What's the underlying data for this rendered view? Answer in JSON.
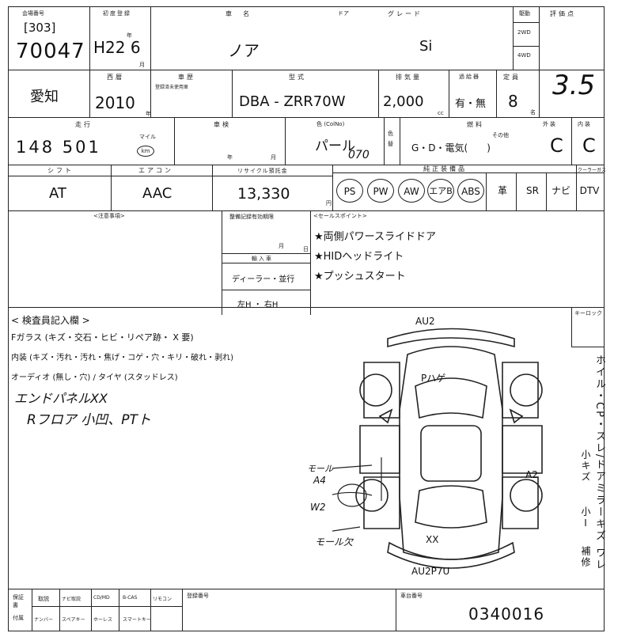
{
  "header": {
    "venue_code_label": "会場番号",
    "venue_code": "[303]",
    "lot_no": "70047",
    "first_reg_label": "初度登録",
    "first_reg": "H22 6",
    "nen_label": "年",
    "tsuki_label": "月",
    "car_name_label": "車　名",
    "door_label": "ドア",
    "grade_label": "グレード",
    "car_name": "ノア",
    "grade": "Si",
    "drive_label": "駆動",
    "drive_2wd": "2WD",
    "drive_4wd": "4WD",
    "score_label": "評価点",
    "score": "3.5"
  },
  "row2": {
    "region": "愛知",
    "year_label": "西暦",
    "year": "2010",
    "nen_label": "年",
    "history_label": "車歴",
    "history_sub": "登録済未使用車",
    "model_label": "型式",
    "model": "DBA - ZRR70W",
    "displacement_label": "排気量",
    "displacement": "2,000",
    "cc_label": "cc",
    "turbo_label": "過給器",
    "turbo": "有・無",
    "capacity_label": "定員",
    "capacity": "8",
    "mei_label": "名"
  },
  "row3": {
    "mileage_label": "走行",
    "mileage": "148 501",
    "mile_label": "マイル",
    "km_label": "km",
    "inspection_label": "車検",
    "nen_label": "年",
    "tsuki_label": "月",
    "color_label": "色 (ColNo)",
    "color": "パール",
    "color_no": "070",
    "iro_label": "色替",
    "fuel_label": "燃料",
    "fuel_other_label": "その他",
    "fuel": "G・D・電気(　　)",
    "exterior_label": "外装",
    "exterior": "C",
    "interior_label": "内装",
    "interior": "C"
  },
  "row4": {
    "shift_label": "シフト",
    "shift": "AT",
    "ac_label": "エアコン",
    "ac": "AAC",
    "recycle_label": "リサイクル預託金",
    "recycle": "13,330",
    "yen_label": "円",
    "equip_label": "純正装備品",
    "equipment": [
      "PS",
      "PW",
      "AW",
      "エアB",
      "ABS",
      "革",
      "SR",
      "ナビ",
      "DTV"
    ],
    "cooler_label": "クーラーガス"
  },
  "notes": {
    "notes_label": "<注意事項>",
    "warranty_label": "整備記録有効期限",
    "tsuki_label": "月",
    "nichi_label": "日",
    "import_label": "輸入車",
    "import_dealer": "ディーラー・並行",
    "import_hand": "左H ・ 右H",
    "sales_label": "<セールスポイント>",
    "sales_points": [
      "★両側パワースライドドア",
      "★HIDヘッドライト",
      "★プッシュスタート"
    ]
  },
  "inspection": {
    "title": "< 検査員記入欄 >",
    "glass": "Fガラス (キズ・交石・ヒビ・リペア跡・ X 要)",
    "interior": "内装 (キズ・汚れ・汚れ・焦げ・コゲ・穴・キリ・破れ・剥れ)",
    "audio": "オーディオ (無し・穴) / タイヤ (スタッドレス)",
    "hand_note_1": "エンドパネルXX",
    "hand_note_2": "Rフロア 小凹、PTト",
    "keylock_label": "キーロック",
    "right_vertical_1": "ホイル・CP・スレ/ドアミラーキズ ワレ",
    "right_vertical_2": "小キズ",
    "right_vertical_3": "小Ⅰ",
    "right_vertical_4": "補修"
  },
  "diagram": {
    "au2_top": "AU2",
    "p_huge": "Pハゲ",
    "mole_a4_1": "モール",
    "mole_a4_2": "A4",
    "a2": "A2",
    "w2": "W2",
    "mole_ketsu": "モール欠",
    "xx": "XX",
    "au2p7u": "AU2P7U"
  },
  "footer": {
    "row1": [
      "取説",
      "ナビ取説",
      "CD/MD",
      "B-CAS",
      "リモコン"
    ],
    "row2": [
      "ナンバー",
      "スペアキー",
      "ホーレス",
      "スマートキー"
    ],
    "side_top": "保証書",
    "side_bottom": "付属",
    "doc_no_label": "登録番号",
    "chassis_label": "車台番号",
    "chassis_no": "0340016"
  }
}
